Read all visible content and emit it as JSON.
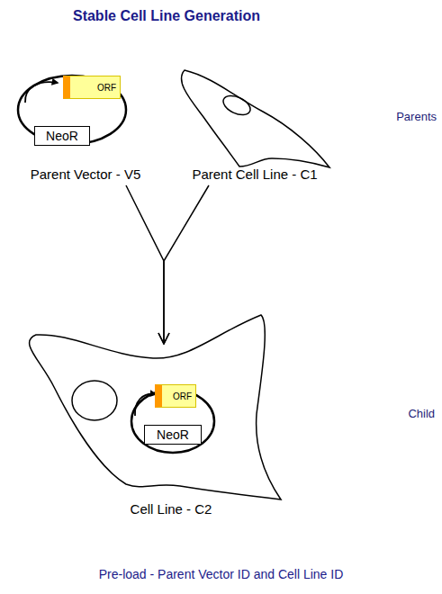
{
  "diagram": {
    "title": "Stable Cell Line Generation",
    "caption": "Pre-load - Parent Vector ID and Cell Line ID",
    "nodes": [
      {
        "text": [
          "Parent Vector - V5"
        ]
      },
      {
        "text": [
          "ORF"
        ],
        "in": 0
      },
      {
        "text": [
          "NeoR"
        ],
        "in": 0
      },
      {
        "text": [
          "Parent Cell Line - C1"
        ]
      },
      {
        "text": [
          "Cell Line - C2"
        ]
      },
      {
        "text": [
          "ORF"
        ],
        "in": 4
      },
      {
        "text": [
          "NeoR"
        ],
        "in": 4
      }
    ],
    "edges": [
      {
        "from": 0,
        "to": 4,
        "arrow": "to"
      },
      {
        "from": 3,
        "to": 4,
        "arrow": "to"
      }
    ],
    "labels": [
      "Parents",
      "Child"
    ]
  }
}
